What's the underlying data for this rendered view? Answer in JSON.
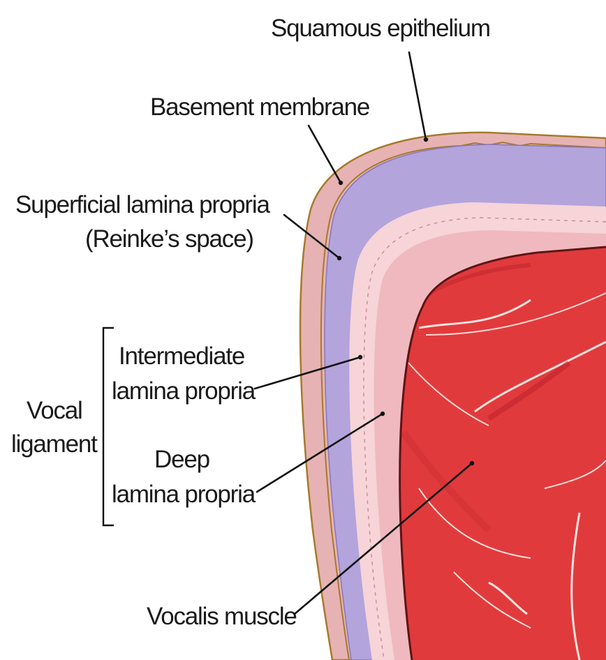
{
  "labels": {
    "squamous_epithelium": "Squamous epithelium",
    "basement_membrane": "Basement membrane",
    "superficial_lamina_propria_line1": "Superficial lamina propria",
    "superficial_lamina_propria_line2": "(Reinke’s space)",
    "vocal_ligament_line1": "Vocal",
    "vocal_ligament_line2": "ligament",
    "intermediate_line1": "Intermediate",
    "intermediate_line2": "lamina propria",
    "deep_line1": "Deep",
    "deep_line2": "lamina propria",
    "vocalis_muscle": "Vocalis muscle"
  },
  "colors": {
    "epithelium": "#e7b2b3",
    "epithelium_edge": "#a57a2a",
    "superficial_lamina_propria": "#b4a4dc",
    "superficial_lamina_propria_edge": "#8676bd",
    "intermediate_lamina_propria": "#f6d4d8",
    "deep_lamina_propria": "#efb9bf",
    "vocalis_muscle": "#e13a3d",
    "muscle_edge": "#5e1515",
    "text": "#1a1a1a"
  }
}
